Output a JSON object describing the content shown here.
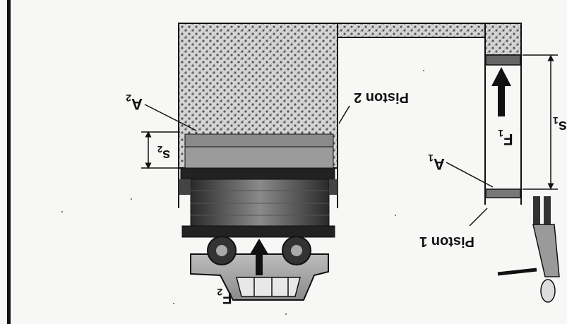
{
  "diagram": {
    "orientation": "upside-down (rotated 180°)",
    "labels": {
      "piston_1": "Piston 1",
      "piston_2": "Piston 2",
      "force_1": "F",
      "force_1_sub": "1",
      "force_2": "F",
      "force_2_sub": "2",
      "area_1": "A",
      "area_1_sub": "1",
      "area_2": "A",
      "area_2_sub": "2",
      "stroke_1": "s",
      "stroke_1_sub": "1",
      "stroke_2": "s",
      "stroke_2_sub": "2"
    },
    "colors": {
      "fluid_fill": "#c9c9c9",
      "outline": "#111111",
      "piston_dark": "#3a3a3a",
      "background": "#f7f7f5"
    }
  }
}
